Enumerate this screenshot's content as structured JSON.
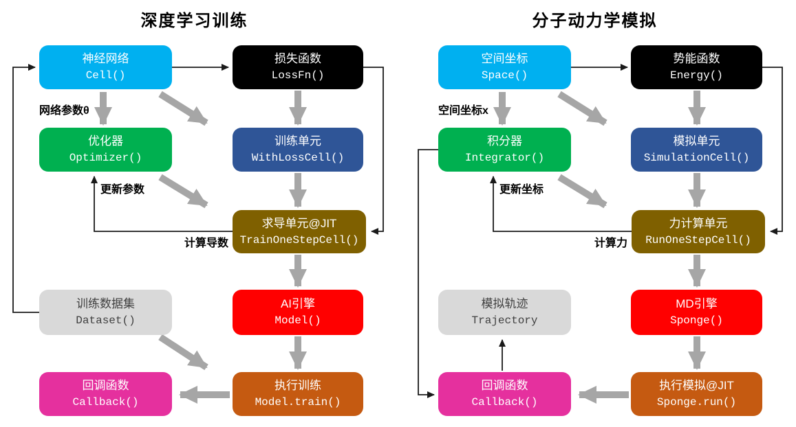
{
  "colors": {
    "cyan": "#00B0F0",
    "black": "#000000",
    "green": "#00B050",
    "blue": "#2F5597",
    "olive": "#7F6000",
    "gray_box": "#D9D9D9",
    "red": "#FF0000",
    "magenta": "#E5309E",
    "orange": "#C55A11",
    "thick_arrow": "#A6A6A6",
    "thin_line": "#1A1A1A"
  },
  "left_panel": {
    "title": "深度学习训练",
    "nodes": {
      "cell": {
        "line1": "神经网络",
        "line2": "Cell()",
        "color": "#00B0F0"
      },
      "lossfn": {
        "line1": "损失函数",
        "line2": "LossFn()",
        "color": "#000000"
      },
      "optimizer": {
        "line1": "优化器",
        "line2": "Optimizer()",
        "color": "#00B050"
      },
      "withlosscell": {
        "line1": "训练单元",
        "line2": "WithLossCell()",
        "color": "#2F5597"
      },
      "trainonestep": {
        "line1": "求导单元@JIT",
        "line2": "TrainOneStepCell()",
        "color": "#7F6000"
      },
      "dataset": {
        "line1": "训练数据集",
        "line2": "Dataset()",
        "color": "#D9D9D9"
      },
      "model": {
        "line1": "AI引擎",
        "line2": "Model()",
        "color": "#FF0000"
      },
      "callback": {
        "line1": "回调函数",
        "line2": "Callback()",
        "color": "#E5309E"
      },
      "train": {
        "line1": "执行训练",
        "line2": "Model.train()",
        "color": "#C55A11"
      }
    },
    "edge_labels": {
      "params": "网络参数θ",
      "update": "更新参数",
      "compute": "计算导数"
    }
  },
  "right_panel": {
    "title": "分子动力学模拟",
    "nodes": {
      "space": {
        "line1": "空间坐标",
        "line2": "Space()",
        "color": "#00B0F0"
      },
      "energy": {
        "line1": "势能函数",
        "line2": "Energy()",
        "color": "#000000"
      },
      "integrator": {
        "line1": "积分器",
        "line2": "Integrator()",
        "color": "#00B050"
      },
      "simulationcell": {
        "line1": "模拟单元",
        "line2": "SimulationCell()",
        "color": "#2F5597"
      },
      "runonestep": {
        "line1": "力计算单元",
        "line2": "RunOneStepCell()",
        "color": "#7F6000"
      },
      "trajectory": {
        "line1": "模拟轨迹",
        "line2": "Trajectory",
        "color": "#D9D9D9"
      },
      "sponge": {
        "line1": "MD引擎",
        "line2": "Sponge()",
        "color": "#FF0000"
      },
      "callback": {
        "line1": "回调函数",
        "line2": "Callback()",
        "color": "#E5309E"
      },
      "run": {
        "line1": "执行模拟@JIT",
        "line2": "Sponge.run()",
        "color": "#C55A11"
      }
    },
    "edge_labels": {
      "params": "空间坐标x",
      "update": "更新坐标",
      "compute": "计算力"
    }
  }
}
